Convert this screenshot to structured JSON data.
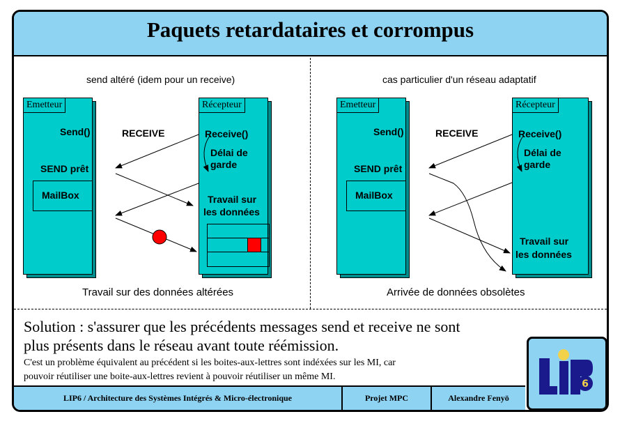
{
  "title": "Paquets retardataires et corrompus",
  "left": {
    "caption_top": "send altéré (idem pour un receive)",
    "emitter_tag": "Emetteur",
    "receiver_tag": "Récepteur",
    "send_call": "Send()",
    "receive_msg": "RECEIVE",
    "receive_call": "Receive()",
    "delay_line1": "Délai de",
    "delay_line2": "garde",
    "send_ready": "SEND prêt",
    "mailbox": "MailBox",
    "work_line1": "Travail sur",
    "work_line2": "les données",
    "caption_bottom": "Travail sur des données altérées"
  },
  "right": {
    "caption_top": "cas particulier d'un réseau adaptatif",
    "emitter_tag": "Emetteur",
    "receiver_tag": "Récepteur",
    "send_call": "Send()",
    "receive_msg": "RECEIVE",
    "receive_call": "Receive()",
    "delay_line1": "Délai de",
    "delay_line2": "garde",
    "send_ready": "SEND prêt",
    "mailbox": "MailBox",
    "work_line1": "Travail sur",
    "work_line2": "les données",
    "caption_bottom": "Arrivée de données obsolètes"
  },
  "solution": {
    "line1": "Solution : s'assurer que les précédents messages send et receive ne sont",
    "line2": "plus présents dans le réseau avant toute réémission.",
    "note1": "C'est un problème équivalent au précédent si les boites-aux-lettres sont indéxées sur les MI, car",
    "note2": "pouvoir réutiliser une boite-aux-lettres revient à pouvoir réutiliser un même MI."
  },
  "footer": {
    "org": "LIP6 / Architecture des Systèmes Intégrés & Micro-électronique",
    "project": "Projet MPC",
    "author": "Alexandre Fenyö"
  },
  "logo": {
    "text": "LIP6",
    "six": "6"
  },
  "colors": {
    "title_bg": "#8fd3f3",
    "panel": "#00cccc",
    "panel_shadow": "#008c8c",
    "corruption": "#ff0000",
    "logo_blue": "#1a1a8c",
    "logo_dot": "#f2d24a"
  }
}
